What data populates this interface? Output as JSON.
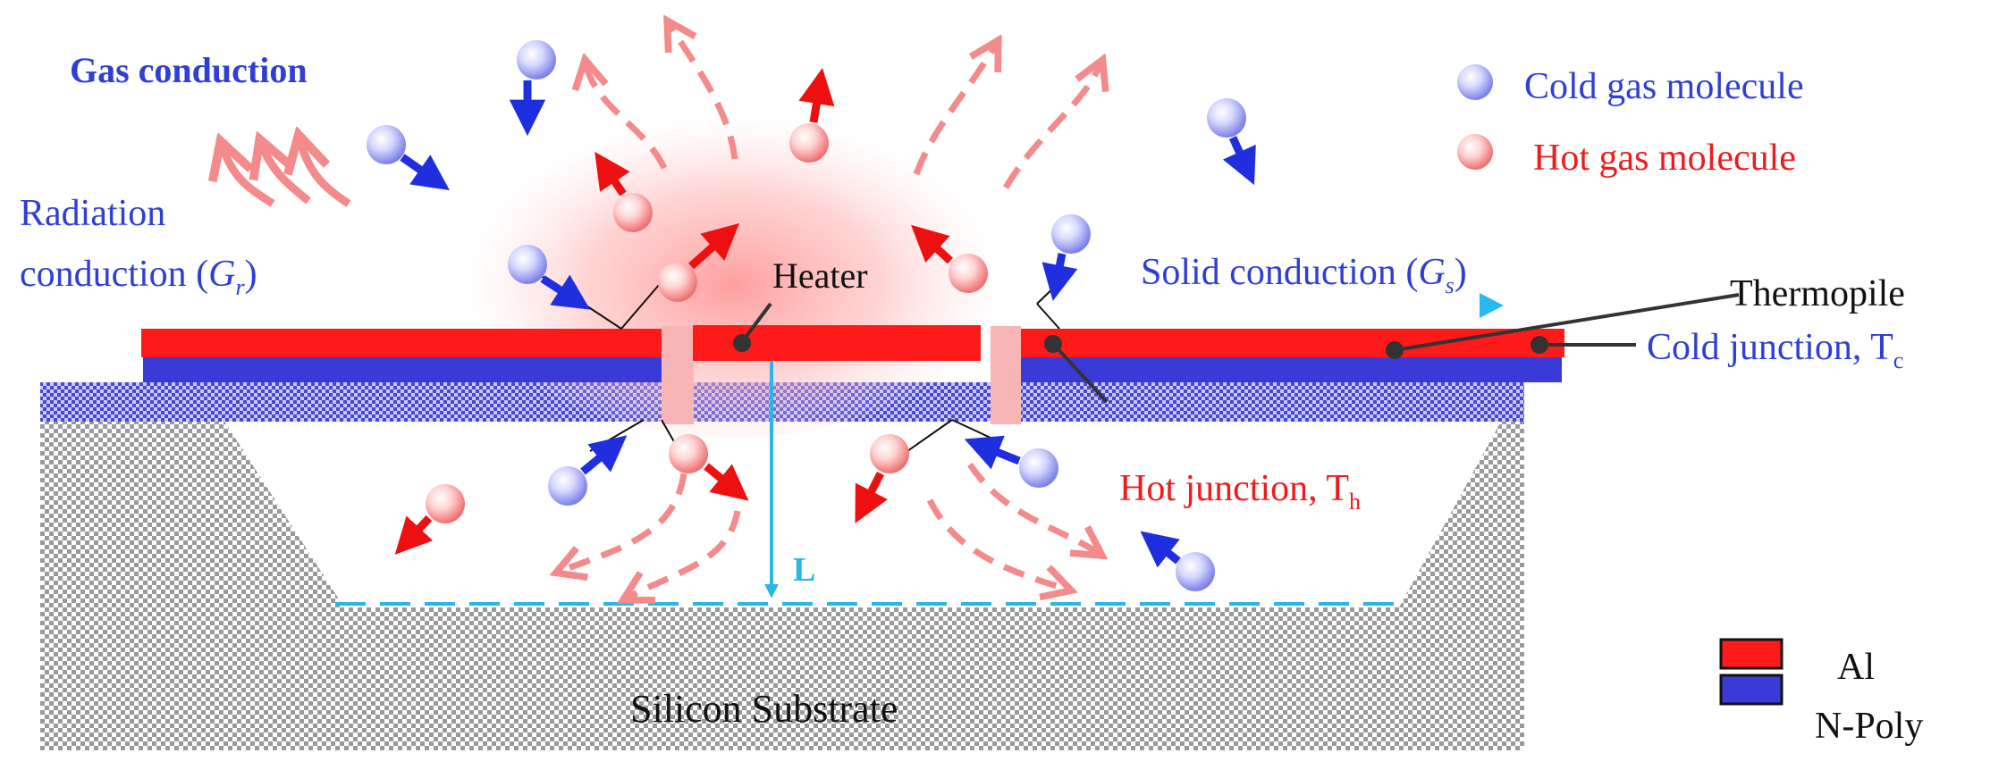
{
  "labels": {
    "gas_conduction": "Gas conduction",
    "radiation_line1": "Radiation",
    "radiation_line2": "conduction (",
    "radiation_symbol": "G",
    "radiation_sub": "r",
    "radiation_close": ")",
    "cold_gas_molecule": "Cold gas molecule",
    "hot_gas_molecule": "Hot gas molecule",
    "heater": "Heater",
    "solid_conduction": "Solid conduction (",
    "solid_symbol": "G",
    "solid_sub": "s",
    "solid_close": ")",
    "thermopile": "Thermopile",
    "cold_junction": "Cold junction, T",
    "cold_junction_sub": "c",
    "hot_junction": "Hot junction, T",
    "hot_junction_sub": "h",
    "gap_length": "L",
    "silicon_substrate": "Silicon Substrate"
  },
  "legend": [
    {
      "label": "Al",
      "color": "#ff1a1a"
    },
    {
      "label": "N-Poly",
      "color": "#3a3ad9"
    }
  ],
  "colors": {
    "al": "#ff1a1a",
    "npoly": "#3a3ad9",
    "cold_text": "#2f3fd6",
    "hot_text": "#ee1c1c",
    "cold_arrow": "#1f2fe0",
    "hot_arrow": "#ee1010",
    "dashed_hot": "#f48a8a",
    "gap_line": "#29b6e8",
    "label_black": "#111111"
  }
}
